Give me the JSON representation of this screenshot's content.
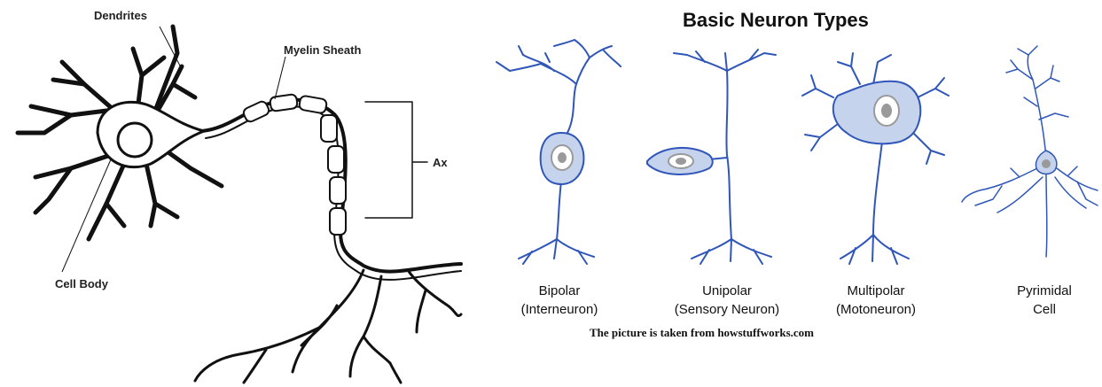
{
  "left_diagram": {
    "labels": {
      "dendrites": "Dendrites",
      "myelin": "Myelin Sheath",
      "axon": "Ax",
      "cell_body": "Cell Body"
    }
  },
  "right_diagram": {
    "title": "Basic Neuron Types",
    "types": [
      {
        "line1": "Bipolar",
        "line2": "(Interneuron)"
      },
      {
        "line1": "Unipolar",
        "line2": "(Sensory Neuron)"
      },
      {
        "line1": "Multipolar",
        "line2": "(Motoneuron)"
      },
      {
        "line1": "Pyrimidal",
        "line2": "Cell"
      }
    ],
    "credit": "The picture is taken from howstuffworks.com"
  },
  "colors": {
    "neuron_stroke": "#2f56b8",
    "soma_fill": "#c5d3ec",
    "nucleus_fill": "#9a9a9a",
    "outline": "#111111"
  }
}
